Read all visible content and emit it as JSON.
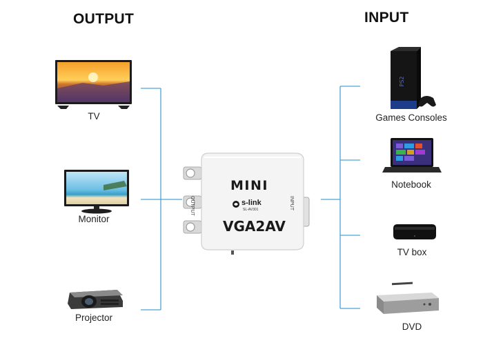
{
  "headings": {
    "output": "OUTPUT",
    "input": "INPUT"
  },
  "outputs": [
    {
      "label": "TV",
      "icon": "tv-icon"
    },
    {
      "label": "Monitor",
      "icon": "monitor-icon"
    },
    {
      "label": "Projector",
      "icon": "projector-icon"
    }
  ],
  "inputs": [
    {
      "label": "Games Consoles",
      "icon": "game-console-icon"
    },
    {
      "label": "Notebook",
      "icon": "laptop-icon"
    },
    {
      "label": "TV box",
      "icon": "tv-box-icon"
    },
    {
      "label": "DVD",
      "icon": "dvd-player-icon"
    }
  ],
  "device": {
    "model_line": "MINI",
    "brand": "s-link",
    "model_code": "SL-AV301",
    "product": "VGA2AV",
    "side_output": "OUTPUT",
    "side_input": "INPUT"
  },
  "colors": {
    "connector_line": "#4aa3d6",
    "device_body": "#f4f4f4",
    "text": "#222222"
  }
}
